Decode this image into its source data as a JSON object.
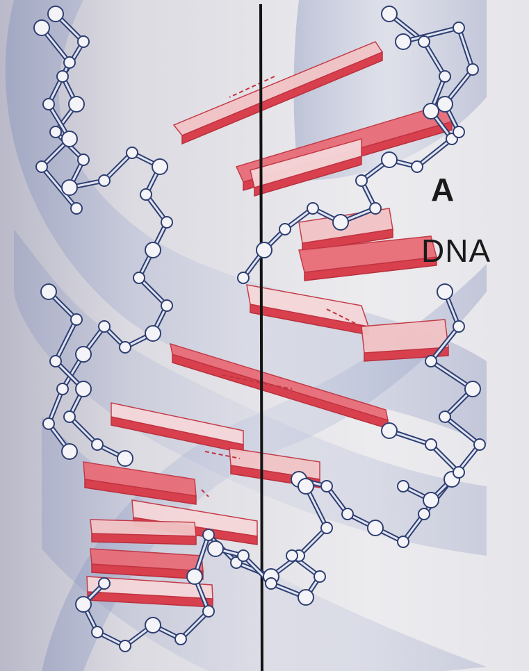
{
  "figure": {
    "form_label": "A",
    "molecule_label": "DNA"
  },
  "colors": {
    "paper": "#e9e7e9",
    "helix_shadow": "#8f9cc4",
    "base_pair_red": "#d8404e",
    "base_pair_light": "#f2c4c6",
    "backbone_line": "#2f3f72",
    "atom_fill": "#f4f4f8",
    "axis_line": "#141414",
    "label_text": "#1a1a1a"
  },
  "icons": {
    "atom": "circle",
    "bond": "line",
    "base_pair": "slab"
  }
}
